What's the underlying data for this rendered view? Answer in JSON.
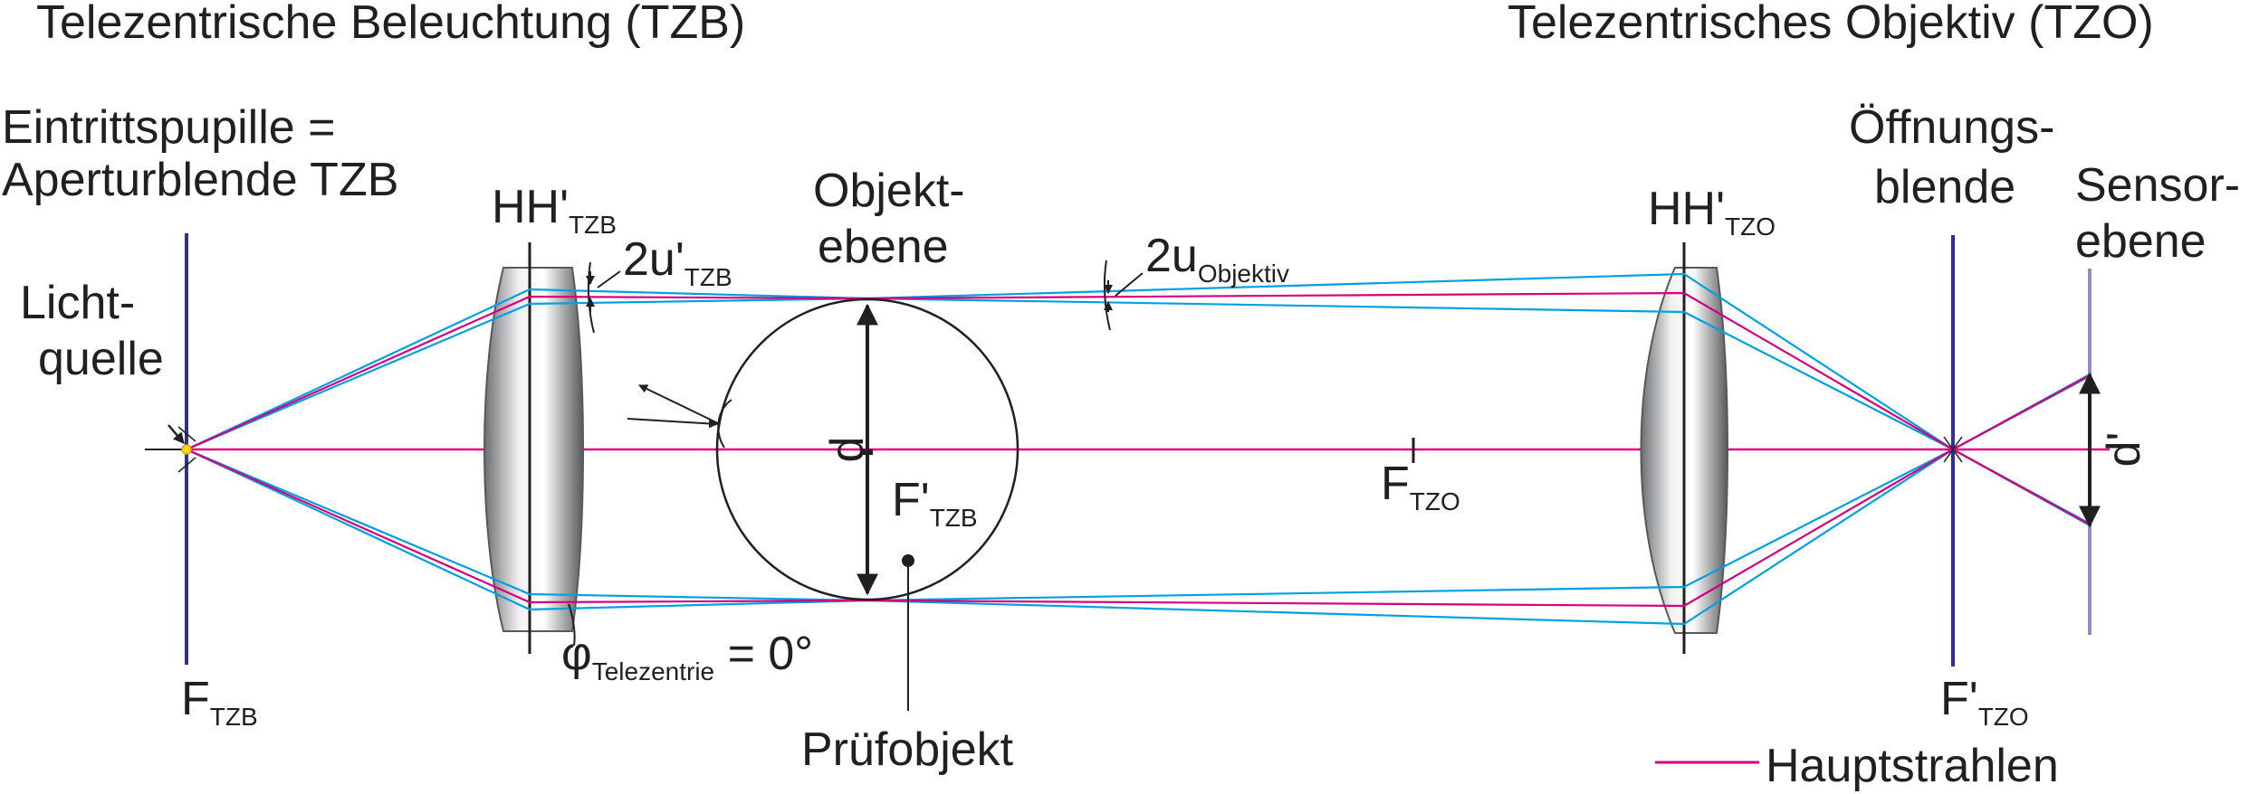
{
  "title_tzb": "Telezentrische Beleuchtung (TZB)",
  "title_tzo": "Telezentrisches Objektiv (TZO)",
  "pupil_line1": "Eintrittspupille =",
  "pupil_line2": "Aperturblende TZB",
  "source_line1": "Licht-",
  "source_line2": "quelle",
  "hh_tzb": {
    "main": "HH'",
    "sub": "TZB"
  },
  "u_tzb": {
    "main": "2u'",
    "sub": "TZB"
  },
  "object_plane_line1": "Objekt-",
  "object_plane_line2": "ebene",
  "u_obj": {
    "main": "2u",
    "sub": "Objektiv"
  },
  "hh_tzo": {
    "main": "HH'",
    "sub": "TZO"
  },
  "stop_line1": "Öffnungs-",
  "stop_line2": "blende",
  "sensor_line1": "Sensor-",
  "sensor_line2": "ebene",
  "d_label": "d",
  "d_prime_label": "d'",
  "f_tzb_prime": {
    "main": "F'",
    "sub": "TZB"
  },
  "f_tzo": {
    "main": "F",
    "sub": "TZO"
  },
  "f_tzb": {
    "main": "F",
    "sub": "TZB"
  },
  "phi": {
    "main": "φ",
    "sub": "Telezentrie",
    "tail": " = 0°"
  },
  "test_object": "Prüfobjekt",
  "f_tzo_prime": {
    "main": "F'",
    "sub": "TZO"
  },
  "legend_chief_rays": "Hauptstrahlen",
  "colors": {
    "chief_ray": "#d6007e",
    "marginal_ray": "#00a0e3",
    "plane": "#2e3192",
    "text": "#231f20"
  }
}
